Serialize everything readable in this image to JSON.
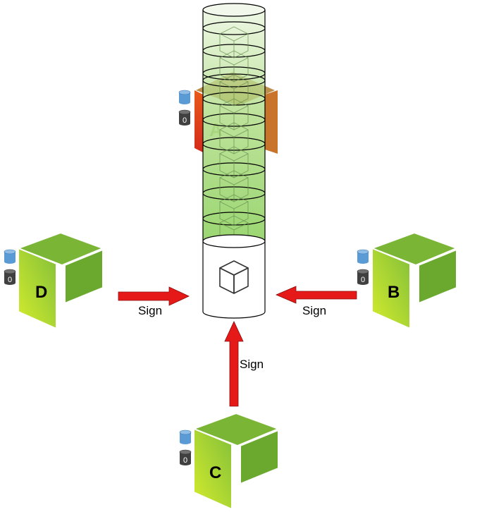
{
  "arrows": {
    "left_label": "Sign",
    "right_label": "Sign",
    "bottom_label": "Sign"
  },
  "nodes": {
    "a": {
      "letter": "A",
      "db_count": "0"
    },
    "b": {
      "letter": "B",
      "db_count": "0"
    },
    "c": {
      "letter": "C",
      "db_count": "0"
    },
    "d": {
      "letter": "D",
      "db_count": "0"
    }
  },
  "colors": {
    "cube_top": "#7ab536",
    "cube_left_light": "#c8e63a",
    "cube_left_dark": "#8cc43c",
    "cube_right": "#6aa92e",
    "arrow": "#e61919",
    "chain_fill": "#7ac943",
    "db_blue": "#5b9bd5",
    "db_dark": "#404040",
    "node_a_red": "#e03a1e",
    "node_a_orange": "#c8782a"
  }
}
